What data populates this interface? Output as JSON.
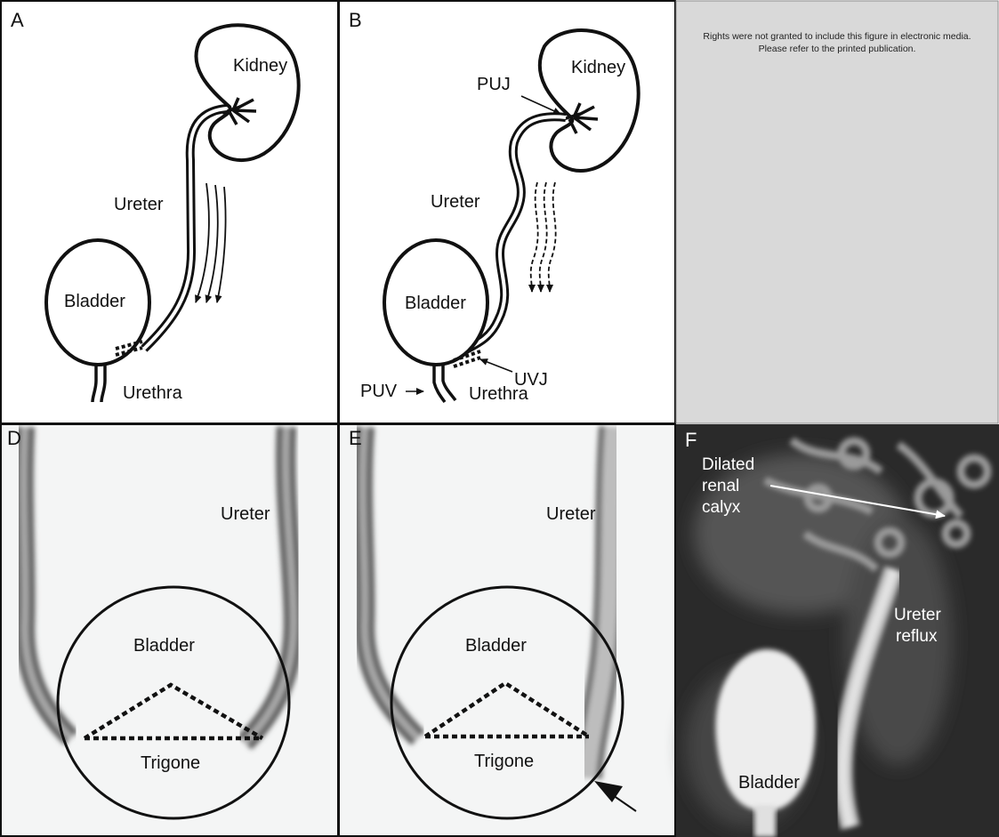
{
  "panels": {
    "a": {
      "letter": "A",
      "labels": {
        "kidney": "Kidney",
        "ureter": "Ureter",
        "bladder": "Bladder",
        "urethra": "Urethra"
      }
    },
    "b": {
      "letter": "B",
      "labels": {
        "kidney": "Kidney",
        "puj": "PUJ",
        "ureter": "Ureter",
        "bladder": "Bladder",
        "uvj": "UVJ",
        "puv": "PUV",
        "urethra": "Urethra"
      }
    },
    "c": {
      "notice_line1": "Rights were not granted to include this figure in electronic media.",
      "notice_line2": "Please refer to the printed publication."
    },
    "d": {
      "letter": "D",
      "labels": {
        "ureter": "Ureter",
        "bladder": "Bladder",
        "trigone": "Trigone"
      }
    },
    "e": {
      "letter": "E",
      "labels": {
        "ureter": "Ureter",
        "bladder": "Bladder",
        "trigone": "Trigone"
      }
    },
    "f": {
      "letter": "F",
      "labels": {
        "calyx_1": "Dilated",
        "calyx_2": "renal",
        "calyx_3": "calyx",
        "reflux_1": "Ureter",
        "reflux_2": "reflux",
        "bladder": "Bladder"
      }
    }
  },
  "colors": {
    "stroke": "#111111",
    "notice_bg": "#d9d9d9",
    "xray_bg": "#2a2a2a"
  }
}
